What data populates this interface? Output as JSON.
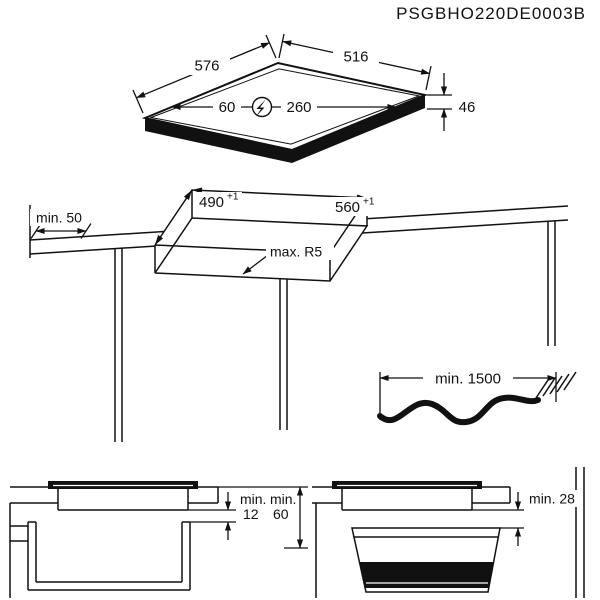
{
  "title": "PSGBHO220DE0003B",
  "hob": {
    "width_back": "576",
    "width_right": "516",
    "height": "46",
    "connection_offset_left": "60",
    "connection_offset_right": "260",
    "power_symbol_icon": "lightning-bolt-in-circle"
  },
  "cutout": {
    "depth_value": "490",
    "depth_tolerance": "+1",
    "width_value": "560",
    "width_tolerance": "+1",
    "corner_radius": "max. R5",
    "wall_clearance": "min. 50"
  },
  "cable": {
    "min_length": "min. 1500"
  },
  "drawer_section": {
    "gap_prefix": "min.",
    "gap_value": "12",
    "vent_prefix": "min.",
    "vent_value": "60"
  },
  "oven_section": {
    "clearance": "min. 28"
  }
}
